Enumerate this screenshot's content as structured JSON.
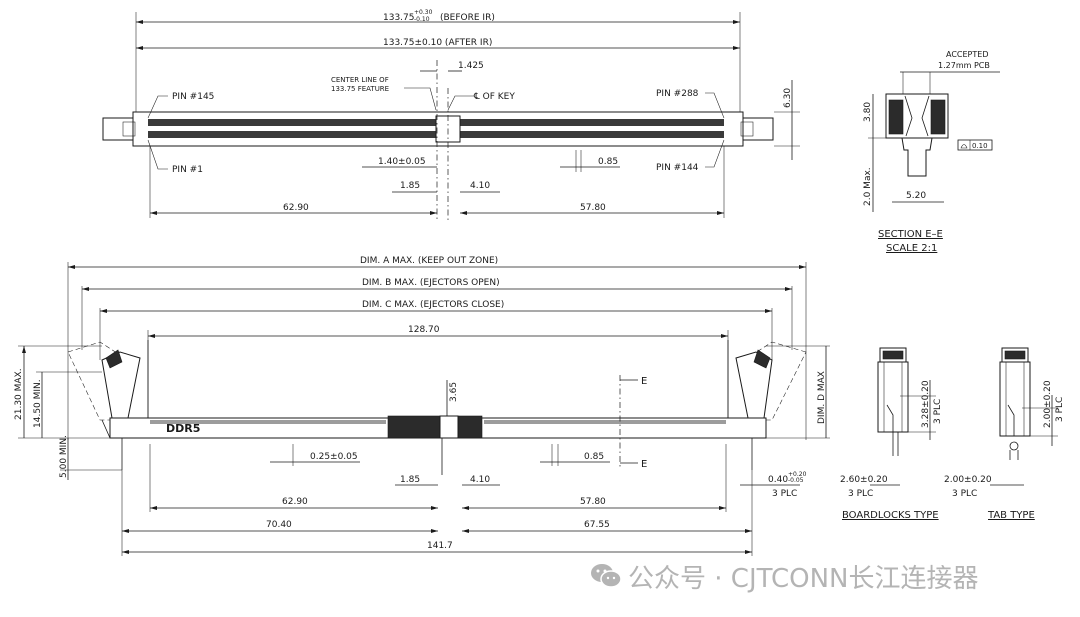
{
  "top_view": {
    "overall_before_ir": "133.75",
    "overall_before_ir_tol_upper": "+0.30",
    "overall_before_ir_tol_lower": "-0.10",
    "overall_before_ir_note": "(BEFORE IR)",
    "overall_after_ir": "133.75±0.10  (AFTER IR)",
    "center_line_note_1": "CENTER LINE OF",
    "center_line_note_2": "133.75 FEATURE",
    "key_offset": "1.425",
    "key_centerline": "℄ OF KEY",
    "pin_145": "PIN #145",
    "pin_288": "PIN #288",
    "pin_1": "PIN #1",
    "pin_144": "PIN #144",
    "height": "6.30",
    "pin_spacing_1": "1.40±0.05",
    "pitch": "0.85",
    "left_to_key": "1.85",
    "key_to_right": "4.10",
    "left_span": "62.90",
    "right_span": "57.80"
  },
  "section": {
    "accepted_1": "ACCEPTED",
    "accepted_2": "1.27mm PCB",
    "height": "3.80",
    "max_depth": "2.0 Max.",
    "width": "5.20",
    "flatness": "0.10",
    "title": "SECTION E–E",
    "scale": "SCALE 2:1"
  },
  "front_view": {
    "dim_a": "DIM. A MAX. (KEEP OUT ZONE)",
    "dim_b": "DIM. B MAX. (EJECTORS OPEN)",
    "dim_c": "DIM. C MAX. (EJECTORS CLOSE)",
    "inner_length": "128.70",
    "key_depth": "3.65",
    "section_mark": "E",
    "brand": "DDR5",
    "max_height": "21.30 MAX.",
    "min_height": "14.50 MIN.",
    "tail_min": "5.00 MIN.",
    "dim_d": "DIM. D MAX",
    "tolerance_025": "0.25±0.05",
    "pitch": "0.85",
    "left_to_key": "1.85",
    "key_to_right": "4.10",
    "left_span": "62.90",
    "right_span": "57.80",
    "left_total": "70.40",
    "right_total": "67.55",
    "overall": "141.7",
    "post_dia": "0.40",
    "post_tol_upper": "+0.20",
    "post_tol_lower": "-0.05",
    "plc": "3 PLC"
  },
  "boardlocks": {
    "height": "3.28±0.20",
    "plc_v": "3 PLC",
    "width": "2.60±0.20",
    "plc": "3 PLC",
    "title": "BOARDLOCKS TYPE"
  },
  "tab": {
    "height": "2.00±0.20",
    "plc_v": "3 PLC",
    "width": "2.00±0.20",
    "plc": "3 PLC",
    "title": "TAB TYPE"
  },
  "watermark": {
    "text": "公众号 · CJTCONN长江连接器",
    "icon": "wechat-icon",
    "color": "#b4b4b4"
  }
}
